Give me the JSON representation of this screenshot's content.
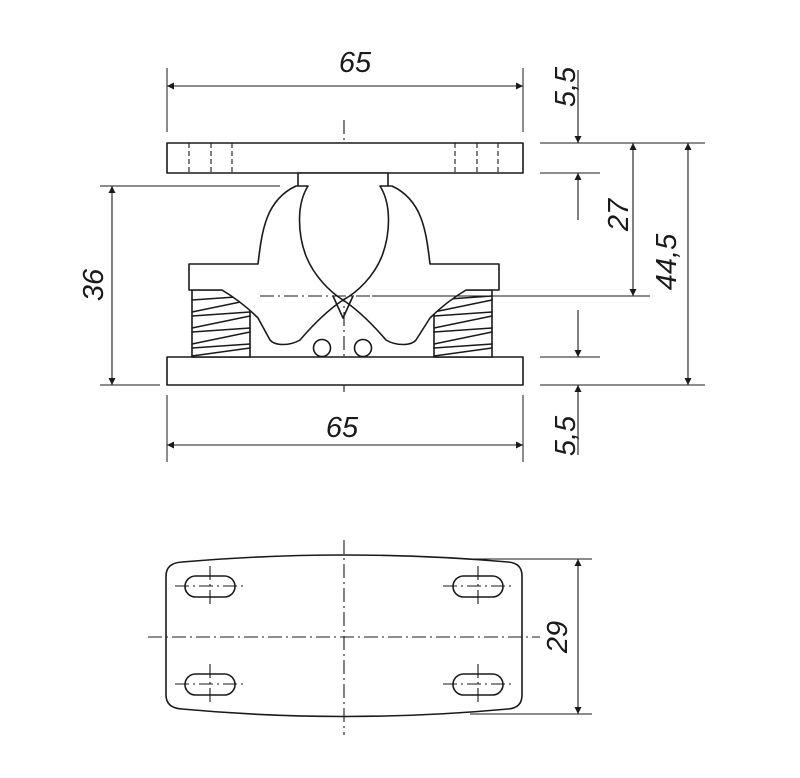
{
  "dimensions": {
    "top_width": "65",
    "top_plate_thickness": "5,5",
    "height_to_jaw": "27",
    "overall_height": "44,5",
    "side_height": "36",
    "bottom_width": "65",
    "bottom_plate_thickness": "5,5",
    "plate_width": "29"
  },
  "colors": {
    "line": "#1a1a1a",
    "background": "#ffffff"
  }
}
